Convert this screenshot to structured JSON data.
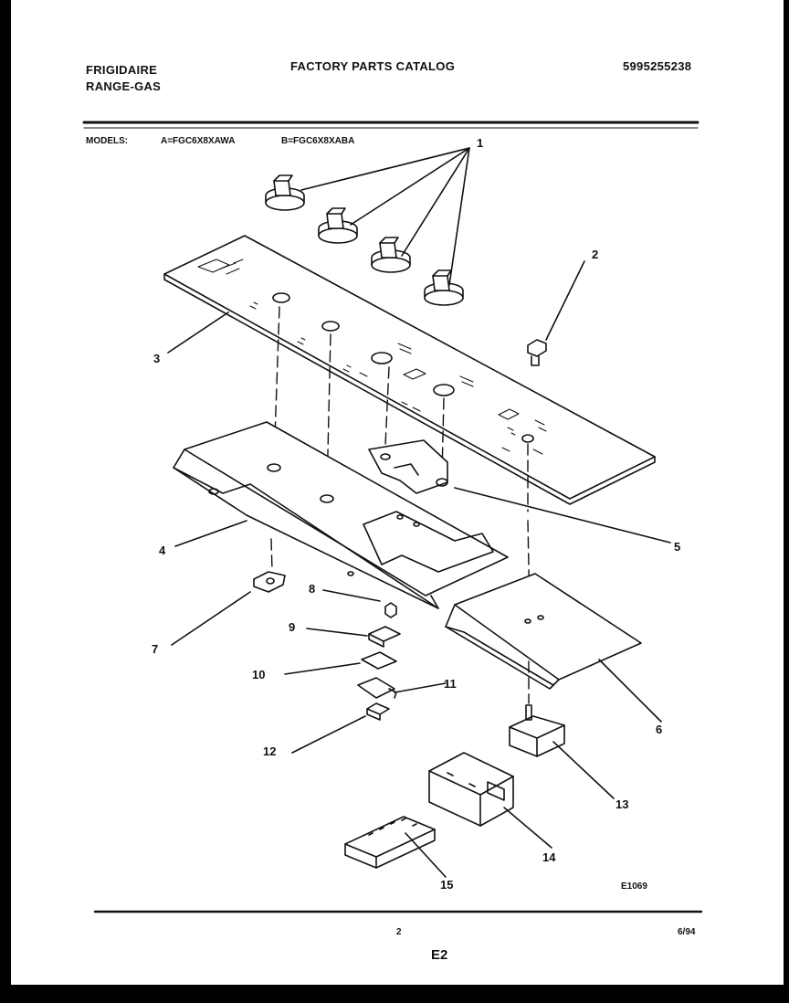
{
  "header": {
    "brand": "FRIGIDAIRE",
    "product": "RANGE-GAS",
    "catalog_title": "FACTORY PARTS CATALOG",
    "catalog_number": "5995255238"
  },
  "models": {
    "label": "MODELS:",
    "model_a": "A=FGC6X8XAWA",
    "model_b": "B=FGC6X8XABA"
  },
  "callouts": [
    "1",
    "2",
    "3",
    "4",
    "5",
    "6",
    "7",
    "8",
    "9",
    "10",
    "11",
    "12",
    "13",
    "14",
    "15"
  ],
  "diagram_code": "E1069",
  "footer": {
    "page_number": "2",
    "date": "6/94",
    "section": "E2"
  }
}
